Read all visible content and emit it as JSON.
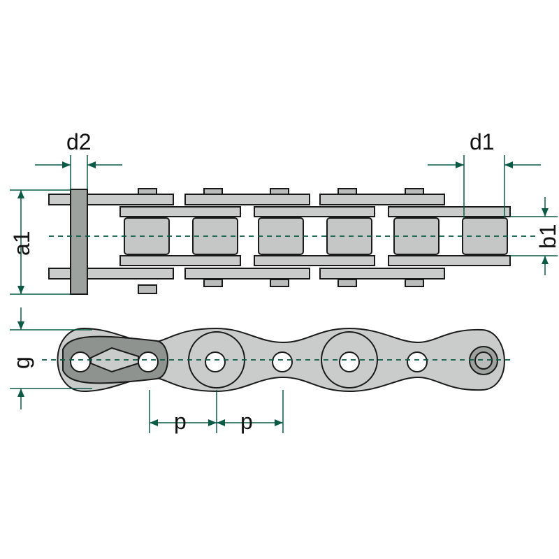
{
  "labels": {
    "d2": "d2",
    "d1": "d1",
    "a1": "a1",
    "b1": "b1",
    "g": "g",
    "p_first": "p",
    "p_second": "p"
  },
  "colors": {
    "dimension_lines": "#0a5a45",
    "chain_parts": "#c9ccca",
    "outline": "#1a1a1a"
  }
}
